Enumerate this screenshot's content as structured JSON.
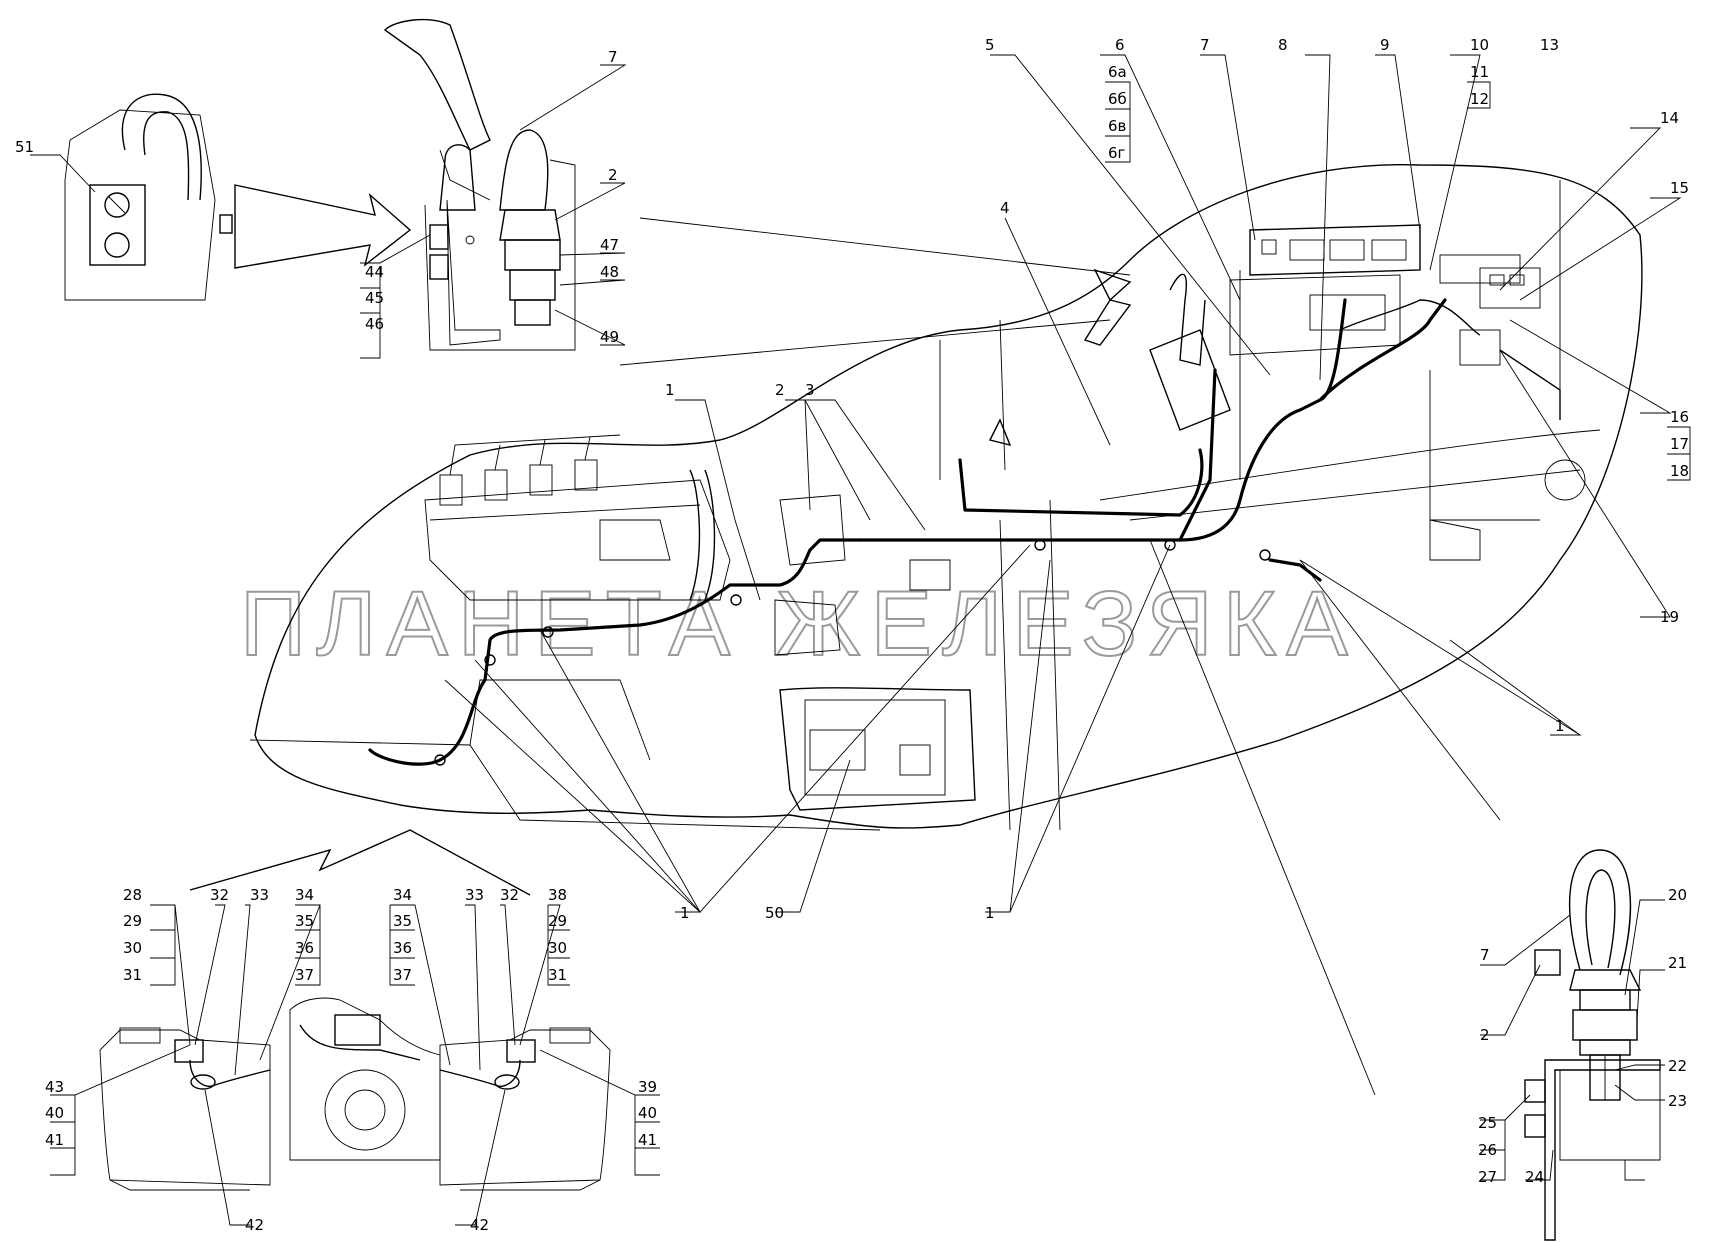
{
  "watermark": "ПЛАНЕТА ЖЕЛЕЗЯКА",
  "callouts": {
    "main": [
      {
        "id": "c1a",
        "text": "1"
      },
      {
        "id": "c2a",
        "text": "2"
      },
      {
        "id": "c3",
        "text": "3"
      },
      {
        "id": "c4",
        "text": "4"
      },
      {
        "id": "c5",
        "text": "5"
      },
      {
        "id": "c6",
        "text": "6"
      },
      {
        "id": "c6a",
        "text": "6а"
      },
      {
        "id": "c6b",
        "text": "6б"
      },
      {
        "id": "c6v",
        "text": "6в"
      },
      {
        "id": "c6g",
        "text": "6г"
      },
      {
        "id": "c7",
        "text": "7"
      },
      {
        "id": "c8",
        "text": "8"
      },
      {
        "id": "c9",
        "text": "9"
      },
      {
        "id": "c10",
        "text": "10"
      },
      {
        "id": "c11",
        "text": "11"
      },
      {
        "id": "c12",
        "text": "12"
      },
      {
        "id": "c13",
        "text": "13"
      },
      {
        "id": "c14",
        "text": "14"
      },
      {
        "id": "c15",
        "text": "15"
      },
      {
        "id": "c16",
        "text": "16"
      },
      {
        "id": "c17",
        "text": "17"
      },
      {
        "id": "c18",
        "text": "18"
      },
      {
        "id": "c19",
        "text": "19"
      },
      {
        "id": "c1b",
        "text": "1"
      },
      {
        "id": "c1c",
        "text": "1"
      },
      {
        "id": "c1d",
        "text": "1"
      },
      {
        "id": "c50",
        "text": "50"
      }
    ],
    "detail_top": [
      {
        "id": "c51",
        "text": "51"
      },
      {
        "id": "c7t",
        "text": "7"
      },
      {
        "id": "c2t",
        "text": "2"
      },
      {
        "id": "c44",
        "text": "44"
      },
      {
        "id": "c45",
        "text": "45"
      },
      {
        "id": "c46",
        "text": "46"
      },
      {
        "id": "c47",
        "text": "47"
      },
      {
        "id": "c48",
        "text": "48"
      },
      {
        "id": "c49",
        "text": "49"
      }
    ],
    "detail_bottom_left": [
      {
        "id": "c28",
        "text": "28"
      },
      {
        "id": "c29",
        "text": "29"
      },
      {
        "id": "c30",
        "text": "30"
      },
      {
        "id": "c31",
        "text": "31"
      },
      {
        "id": "c32",
        "text": "32"
      },
      {
        "id": "c33",
        "text": "33"
      },
      {
        "id": "c34",
        "text": "34"
      },
      {
        "id": "c35",
        "text": "35"
      },
      {
        "id": "c36",
        "text": "36"
      },
      {
        "id": "c37",
        "text": "37"
      },
      {
        "id": "c43",
        "text": "43"
      },
      {
        "id": "c40",
        "text": "40"
      },
      {
        "id": "c41",
        "text": "41"
      },
      {
        "id": "c42",
        "text": "42"
      },
      {
        "id": "c34r",
        "text": "34"
      },
      {
        "id": "c35r",
        "text": "35"
      },
      {
        "id": "c36r",
        "text": "36"
      },
      {
        "id": "c37r",
        "text": "37"
      },
      {
        "id": "c33r",
        "text": "33"
      },
      {
        "id": "c32r",
        "text": "32"
      },
      {
        "id": "c38",
        "text": "38"
      },
      {
        "id": "c29r",
        "text": "29"
      },
      {
        "id": "c30r",
        "text": "30"
      },
      {
        "id": "c31r",
        "text": "31"
      },
      {
        "id": "c39",
        "text": "39"
      },
      {
        "id": "c40r",
        "text": "40"
      },
      {
        "id": "c41r",
        "text": "41"
      },
      {
        "id": "c42r",
        "text": "42"
      }
    ],
    "detail_bottom_right": [
      {
        "id": "c7r",
        "text": "7"
      },
      {
        "id": "c20",
        "text": "20"
      },
      {
        "id": "c21",
        "text": "21"
      },
      {
        "id": "c2r",
        "text": "2"
      },
      {
        "id": "c22",
        "text": "22"
      },
      {
        "id": "c23",
        "text": "23"
      },
      {
        "id": "c25",
        "text": "25"
      },
      {
        "id": "c26",
        "text": "26"
      },
      {
        "id": "c27",
        "text": "27"
      },
      {
        "id": "c24",
        "text": "24"
      }
    ]
  }
}
